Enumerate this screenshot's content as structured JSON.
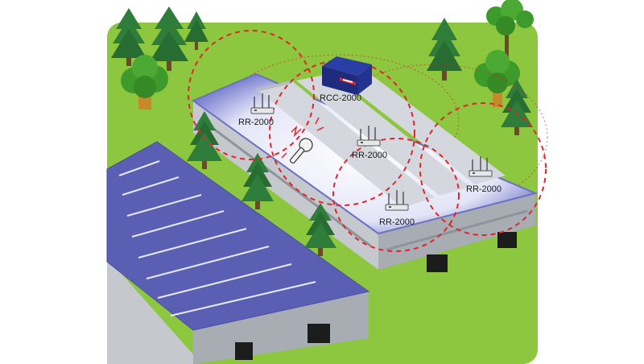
{
  "devices": {
    "controller": {
      "label": "RCC-2000",
      "icon": "controller-box-icon"
    },
    "routers": [
      {
        "label": "RR-2000",
        "icon": "router-icon"
      },
      {
        "label": "RR-2000",
        "icon": "router-icon"
      },
      {
        "label": "RR-2000",
        "icon": "router-icon"
      },
      {
        "label": "RR-2000",
        "icon": "router-icon"
      }
    ],
    "fixture": {
      "icon": "light-fixture-icon"
    }
  },
  "colors": {
    "grass": "#8dc63f",
    "roof": "#5b5fb3",
    "wall": "#a8acb3",
    "coverage": "#e0262a",
    "trunk": "#c8892d",
    "pine": "#2f7d3a",
    "leaf": "#3f9a2c"
  }
}
